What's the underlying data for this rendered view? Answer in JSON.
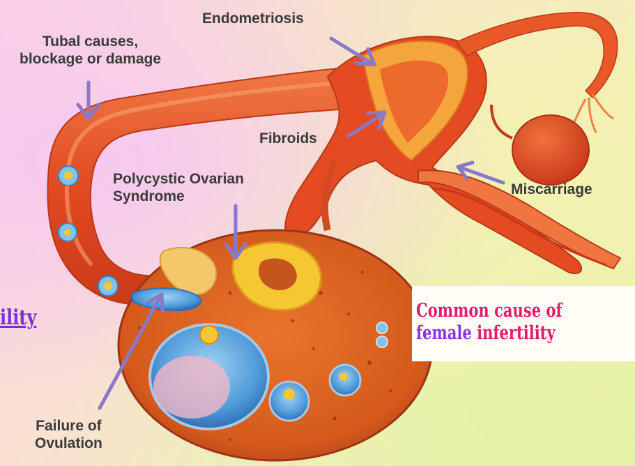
{
  "labels": {
    "endometriosis": "Endometriosis",
    "tubal_line1": "Tubal causes,",
    "tubal_line2": "blockage or damage",
    "fibroids": "Fibroids",
    "pcos_line1": "Polycystic Ovarian",
    "pcos_line2": "Syndrome",
    "miscarriage": "Miscarriage",
    "failure_line1": "Failure of",
    "failure_line2": "Ovulation"
  },
  "side_title": "ility",
  "callout": {
    "line1": "Common cause of",
    "line2_highlight": "female",
    "line2_rest": " infertility"
  },
  "colors": {
    "arrow": "#8a78c8",
    "tissue": "#e8502a",
    "ovary": "#d8591c",
    "follicle": "#5aa8df",
    "title_purple": "#7b2fd6",
    "callout_pink": "#e11b6e"
  }
}
